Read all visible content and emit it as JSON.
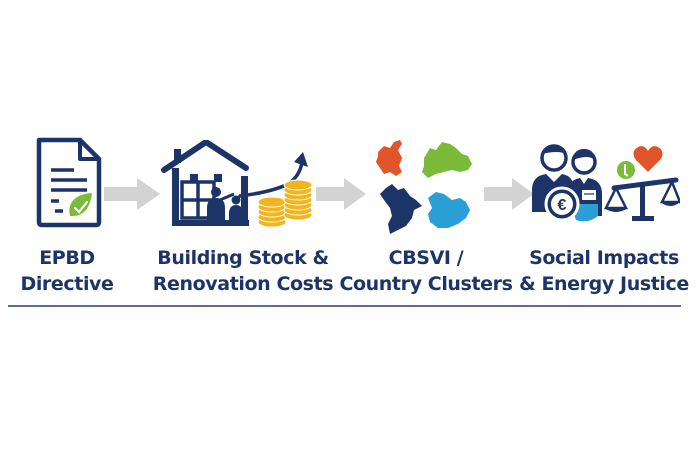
{
  "diagram": {
    "type": "process-flow",
    "colors": {
      "navy": "#1d3469",
      "arrow_gray": "#d3d3d3",
      "green": "#7cbb3a",
      "orange": "#e0552a",
      "light_blue": "#2a9fd6",
      "gold": "#f2b51d",
      "rule": "#5a6e9e"
    },
    "steps": [
      {
        "id": "epbd",
        "icon": "document-with-leaf-icon",
        "line1": "EPBD",
        "line2": "Directive"
      },
      {
        "id": "building",
        "icon": "house-coins-growth-icon",
        "line1": "Building Stock &",
        "line2": "Renovation Costs"
      },
      {
        "id": "cbsvi",
        "icon": "country-clusters-map-icon",
        "line1": "CBSVI /",
        "line2": "Country Clusters"
      },
      {
        "id": "social",
        "icon": "people-scale-heart-icon",
        "line1": "Social Impacts",
        "line2": "& Energy Justice"
      }
    ],
    "arrows": [
      {
        "from": "epbd",
        "to": "building"
      },
      {
        "from": "building",
        "to": "cbsvi"
      },
      {
        "from": "cbsvi",
        "to": "social"
      }
    ]
  }
}
